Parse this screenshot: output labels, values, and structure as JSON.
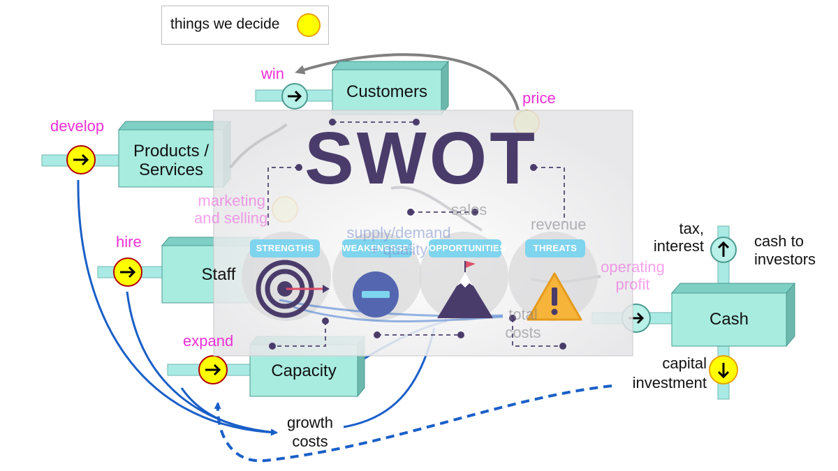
{
  "legend": {
    "label": "things we decide"
  },
  "swot": {
    "title": "SWOT",
    "quadrants": [
      {
        "label": "STRENGTHS",
        "icon": "target-icon"
      },
      {
        "label": "WEAKENESSES",
        "icon": "minus-icon"
      },
      {
        "label": "OPPORTUNITIES",
        "icon": "mountain-flag-icon"
      },
      {
        "label": "THREATS",
        "icon": "warning-icon"
      }
    ]
  },
  "stocks": {
    "customers": "Customers",
    "products_line1": "Products /",
    "products_line2": "Services",
    "staff": "Staff",
    "capacity": "Capacity",
    "cash": "Cash"
  },
  "decisions": {
    "win": "win",
    "develop": "develop",
    "hire": "hire",
    "expand": "expand",
    "price": "price",
    "marketing_line1": "marketing",
    "marketing_line2": "and selling",
    "operating_line1": "operating",
    "operating_line2": "profit"
  },
  "flows": {
    "tax_line1": "tax,",
    "tax_line2": "interest",
    "cash_to_line1": "cash to",
    "cash_to_line2": "investors",
    "capital_line1": "capital",
    "capital_line2": "investment",
    "growth_line1": "growth",
    "growth_line2": "costs"
  },
  "background_labels": {
    "sales": "sales",
    "supply_line1": "supply/demand",
    "supply_line2": "+ quality",
    "revenue": "revenue",
    "total_line1": "total",
    "total_line2": "costs"
  },
  "colors": {
    "stock_fill": "#a8ece0",
    "pipe": "#a9ebe4",
    "decision_yellow": "#ffff00",
    "arrow_blue": "#1a5fc8",
    "label_magenta": "#ee2fd6",
    "swot_title": "#4a3c6a",
    "swot_pill": "#7fd4ee"
  }
}
